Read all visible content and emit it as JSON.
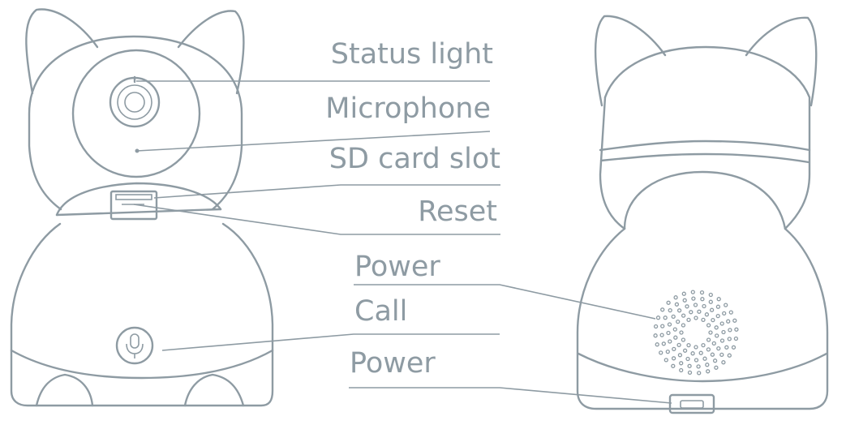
{
  "labels": {
    "status_light": "Status light",
    "microphone": "Microphone",
    "sd_card_slot": "SD card slot",
    "reset": "Reset",
    "power_top": "Power",
    "call": "Call",
    "power_bottom": "Power"
  },
  "colors": {
    "line": "#8e9ba3",
    "background": "#ffffff"
  }
}
